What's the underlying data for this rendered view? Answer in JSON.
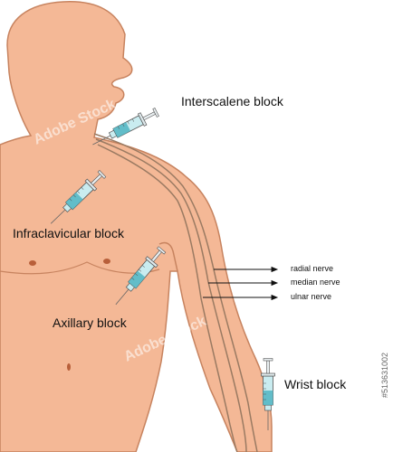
{
  "labels": {
    "interscalene": "Interscalene block",
    "infraclavicular": "Infraclavicular block",
    "axillary": "Axillary block",
    "wrist": "Wrist block",
    "radial": "radial nerve",
    "median": "median nerve",
    "ulnar": "ulnar nerve"
  },
  "watermark": {
    "brand": "Adobe Stock",
    "id": "#513631002"
  },
  "colors": {
    "skin": "#f4b896",
    "outline": "#c7835f",
    "nerve": "#9a7a62",
    "syringe": "#c9ecf0",
    "liquid": "#57b8c4",
    "nipple": "#b85f3a"
  }
}
